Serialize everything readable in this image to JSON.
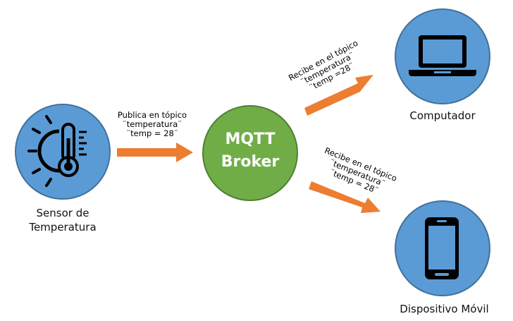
{
  "nodes": {
    "sensor": {
      "label_line1": "Sensor de",
      "label_line2": "Temperatura",
      "icon": "thermometer-sun-icon"
    },
    "broker": {
      "line1": "MQTT",
      "line2": "Broker"
    },
    "computer": {
      "label": "Computador",
      "icon": "laptop-icon"
    },
    "phone": {
      "label": "Dispositivo Móvil",
      "icon": "smartphone-icon"
    }
  },
  "edges": {
    "publish": {
      "line1": "Publica en tópico",
      "line2": "¨temperatura¨",
      "line3": "¨temp = 28¨"
    },
    "to_computer": {
      "line1": "Recibe en el tópico",
      "line2": "¨temperatura¨",
      "line3": "¨temp =28¨"
    },
    "to_phone": {
      "line1": "Recibe en el tópico",
      "line2": "¨temperatura¨",
      "line3": "¨temp = 28¨"
    }
  },
  "colors": {
    "device_fill": "#5b9bd5",
    "device_stroke": "#41719c",
    "broker_fill": "#70ad47",
    "broker_stroke": "#507e32",
    "arrow": "#ed7d31",
    "icon": "#000000"
  }
}
